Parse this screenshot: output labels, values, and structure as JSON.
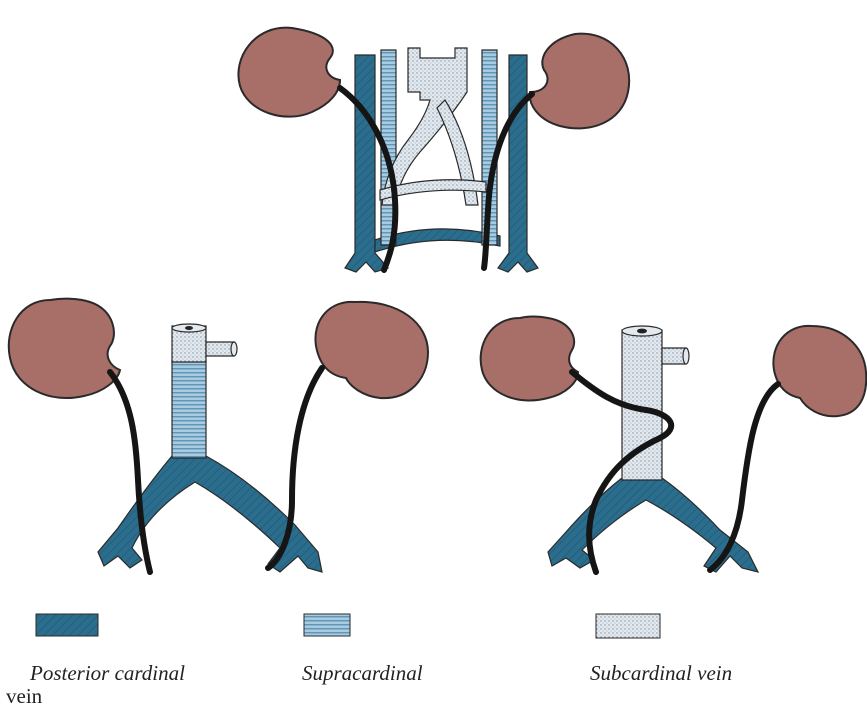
{
  "colors": {
    "kidney": "#A86E68",
    "posterior_cardinal": "#2B6D8C",
    "supracardinal": "#8FB8D2",
    "subcardinal": "#D3DCE3",
    "ureter": "#151515",
    "outline": "#2a2a2a"
  },
  "legend": [
    {
      "id": "posterior",
      "label": "Posterior cardinal",
      "label_line2": "vein",
      "pattern": "hatched"
    },
    {
      "id": "supra",
      "label": "Supracardinal",
      "pattern": "striped"
    },
    {
      "id": "sub",
      "label": "Subcardinal vein",
      "pattern": "dotted"
    }
  ],
  "panels": [
    {
      "id": "top",
      "description_shown": false
    },
    {
      "id": "bottom-left",
      "description_shown": false
    },
    {
      "id": "bottom-right",
      "description_shown": false
    }
  ]
}
